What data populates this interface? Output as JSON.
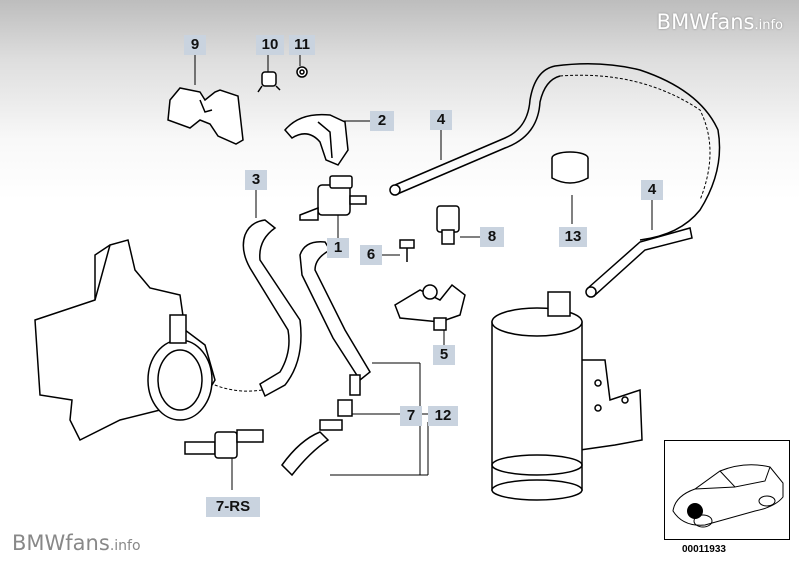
{
  "watermark_top": {
    "brand": "BMWfans",
    "suffix": ".info"
  },
  "watermark_bottom": {
    "brand": "BMWfans",
    "suffix": ".info"
  },
  "callouts": {
    "c9": "9",
    "c10": "10",
    "c11": "11",
    "c2": "2",
    "c4a": "4",
    "c3": "3",
    "c1": "1",
    "c6": "6",
    "c8": "8",
    "c13": "13",
    "c4b": "4",
    "c5": "5",
    "c7": "7",
    "c12": "12",
    "c7rs": "7-RS"
  },
  "inset": {
    "diagram_id": "00011933"
  },
  "colors": {
    "callout_bg": "#c9d3df",
    "line": "#000000"
  }
}
